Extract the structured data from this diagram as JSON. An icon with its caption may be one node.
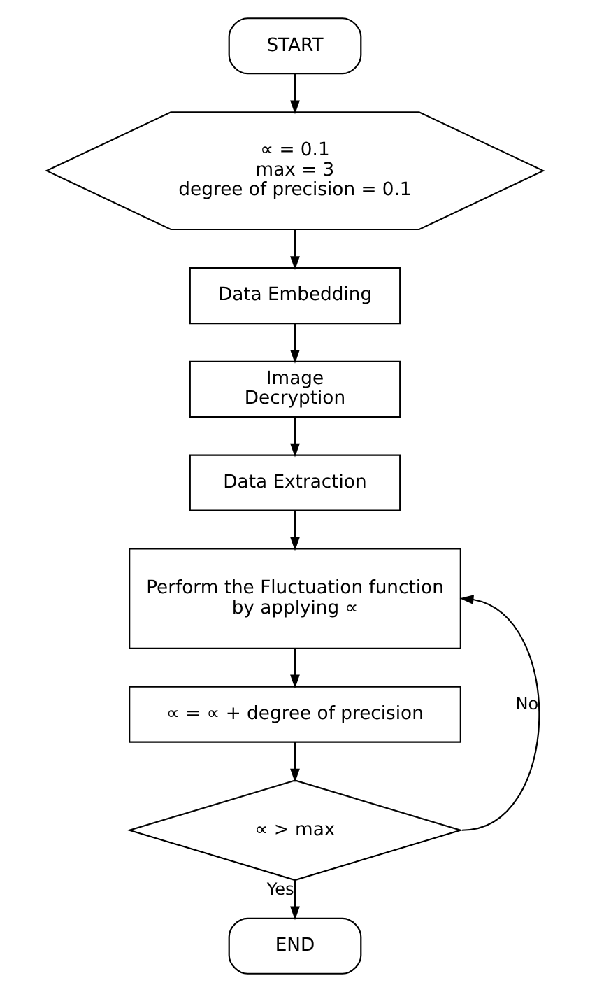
{
  "diagram": {
    "nodes": [
      {
        "text": [
          "START"
        ]
      },
      {
        "text": [
          "∝ = 0.1",
          "max = 3",
          "degree of precision = 0.1"
        ]
      },
      {
        "text": [
          "Data Embedding"
        ]
      },
      {
        "text": [
          "Image Decryption"
        ]
      },
      {
        "text": [
          "Data Extraction"
        ]
      },
      {
        "text": [
          "Perform the Fluctuation function by applying ∝"
        ]
      },
      {
        "text": [
          "∝ = ∝ + degree of precision"
        ]
      },
      {
        "text": [
          "∝ > max"
        ]
      },
      {
        "text": [
          "END"
        ]
      }
    ],
    "edges": [
      {
        "from": 0,
        "to": 1,
        "arrow": "to"
      },
      {
        "from": 1,
        "to": 2,
        "arrow": "to"
      },
      {
        "from": 2,
        "to": 3,
        "arrow": "to"
      },
      {
        "from": 3,
        "to": 4,
        "arrow": "to"
      },
      {
        "from": 4,
        "to": 5,
        "arrow": "to"
      },
      {
        "from": 5,
        "to": 6,
        "arrow": "to"
      },
      {
        "from": 6,
        "to": 7,
        "arrow": "to"
      },
      {
        "from": 7,
        "to": 5,
        "arrow": "to",
        "label": "No"
      },
      {
        "from": 7,
        "to": 8,
        "arrow": "to",
        "label": "Yes"
      }
    ]
  }
}
